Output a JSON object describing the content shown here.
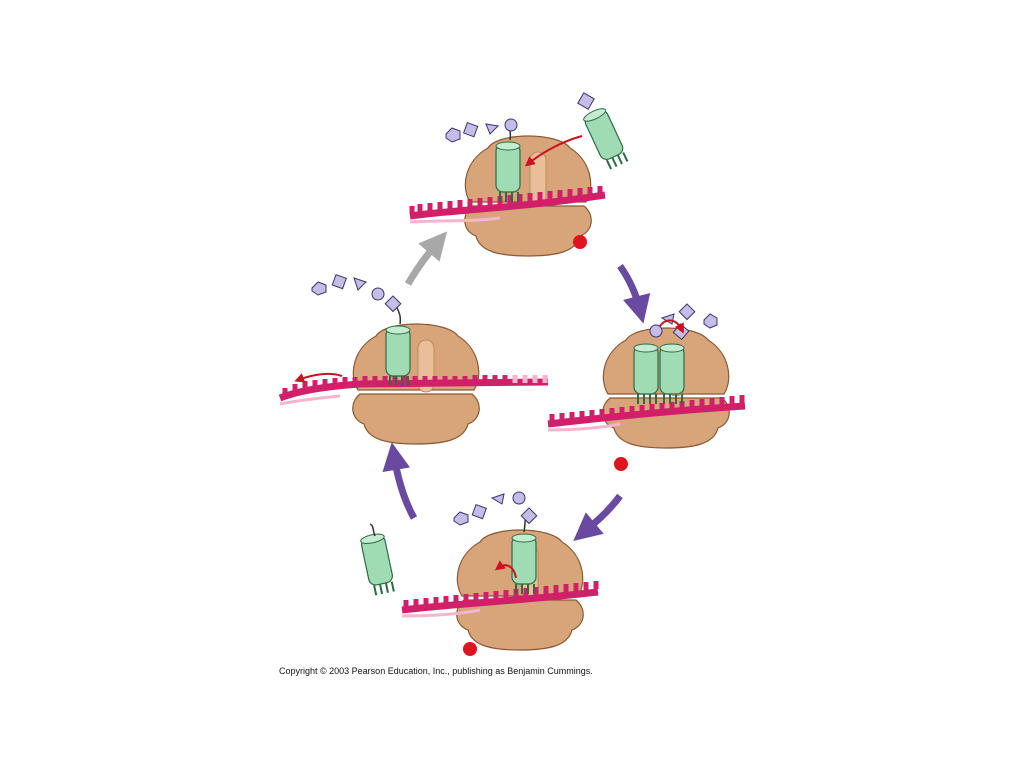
{
  "footer": {
    "copyright": "Copyright © 2003 Pearson Education, Inc., publishing as Benjamin Cummings."
  },
  "colors": {
    "ribosome": "#d8a57a",
    "ribosome_edge": "#8a5a35",
    "trna": "#9fdbb3",
    "trna_edge": "#2e6b45",
    "mrna": "#d21f6a",
    "mrna_light": "#f4b6cf",
    "amino_acid": "#c6bde6",
    "amino_acid_edge": "#3b3470",
    "cycle_arrow": "#6a4aa0",
    "cycle_arrow_gray": "#a8a8a8",
    "motion_arrow": "#cc1122",
    "marker_dot": "#e0141e"
  },
  "diagram": {
    "stages": [
      {
        "id": "incoming-trna-binding",
        "trna_count": 1,
        "incoming_trna": true
      },
      {
        "id": "peptide-bond-formation",
        "trna_count": 2,
        "incoming_trna": false
      },
      {
        "id": "translocation",
        "trna_count": 1,
        "outgoing_trna": true
      },
      {
        "id": "mrna-movement",
        "trna_count": 1,
        "mrna_moves": true
      }
    ],
    "cycle_arrows": [
      {
        "id": "top-to-right",
        "color": "purple"
      },
      {
        "id": "right-to-bottom",
        "color": "purple"
      },
      {
        "id": "bottom-to-left",
        "color": "purple"
      },
      {
        "id": "left-to-top",
        "color": "gray"
      }
    ]
  }
}
